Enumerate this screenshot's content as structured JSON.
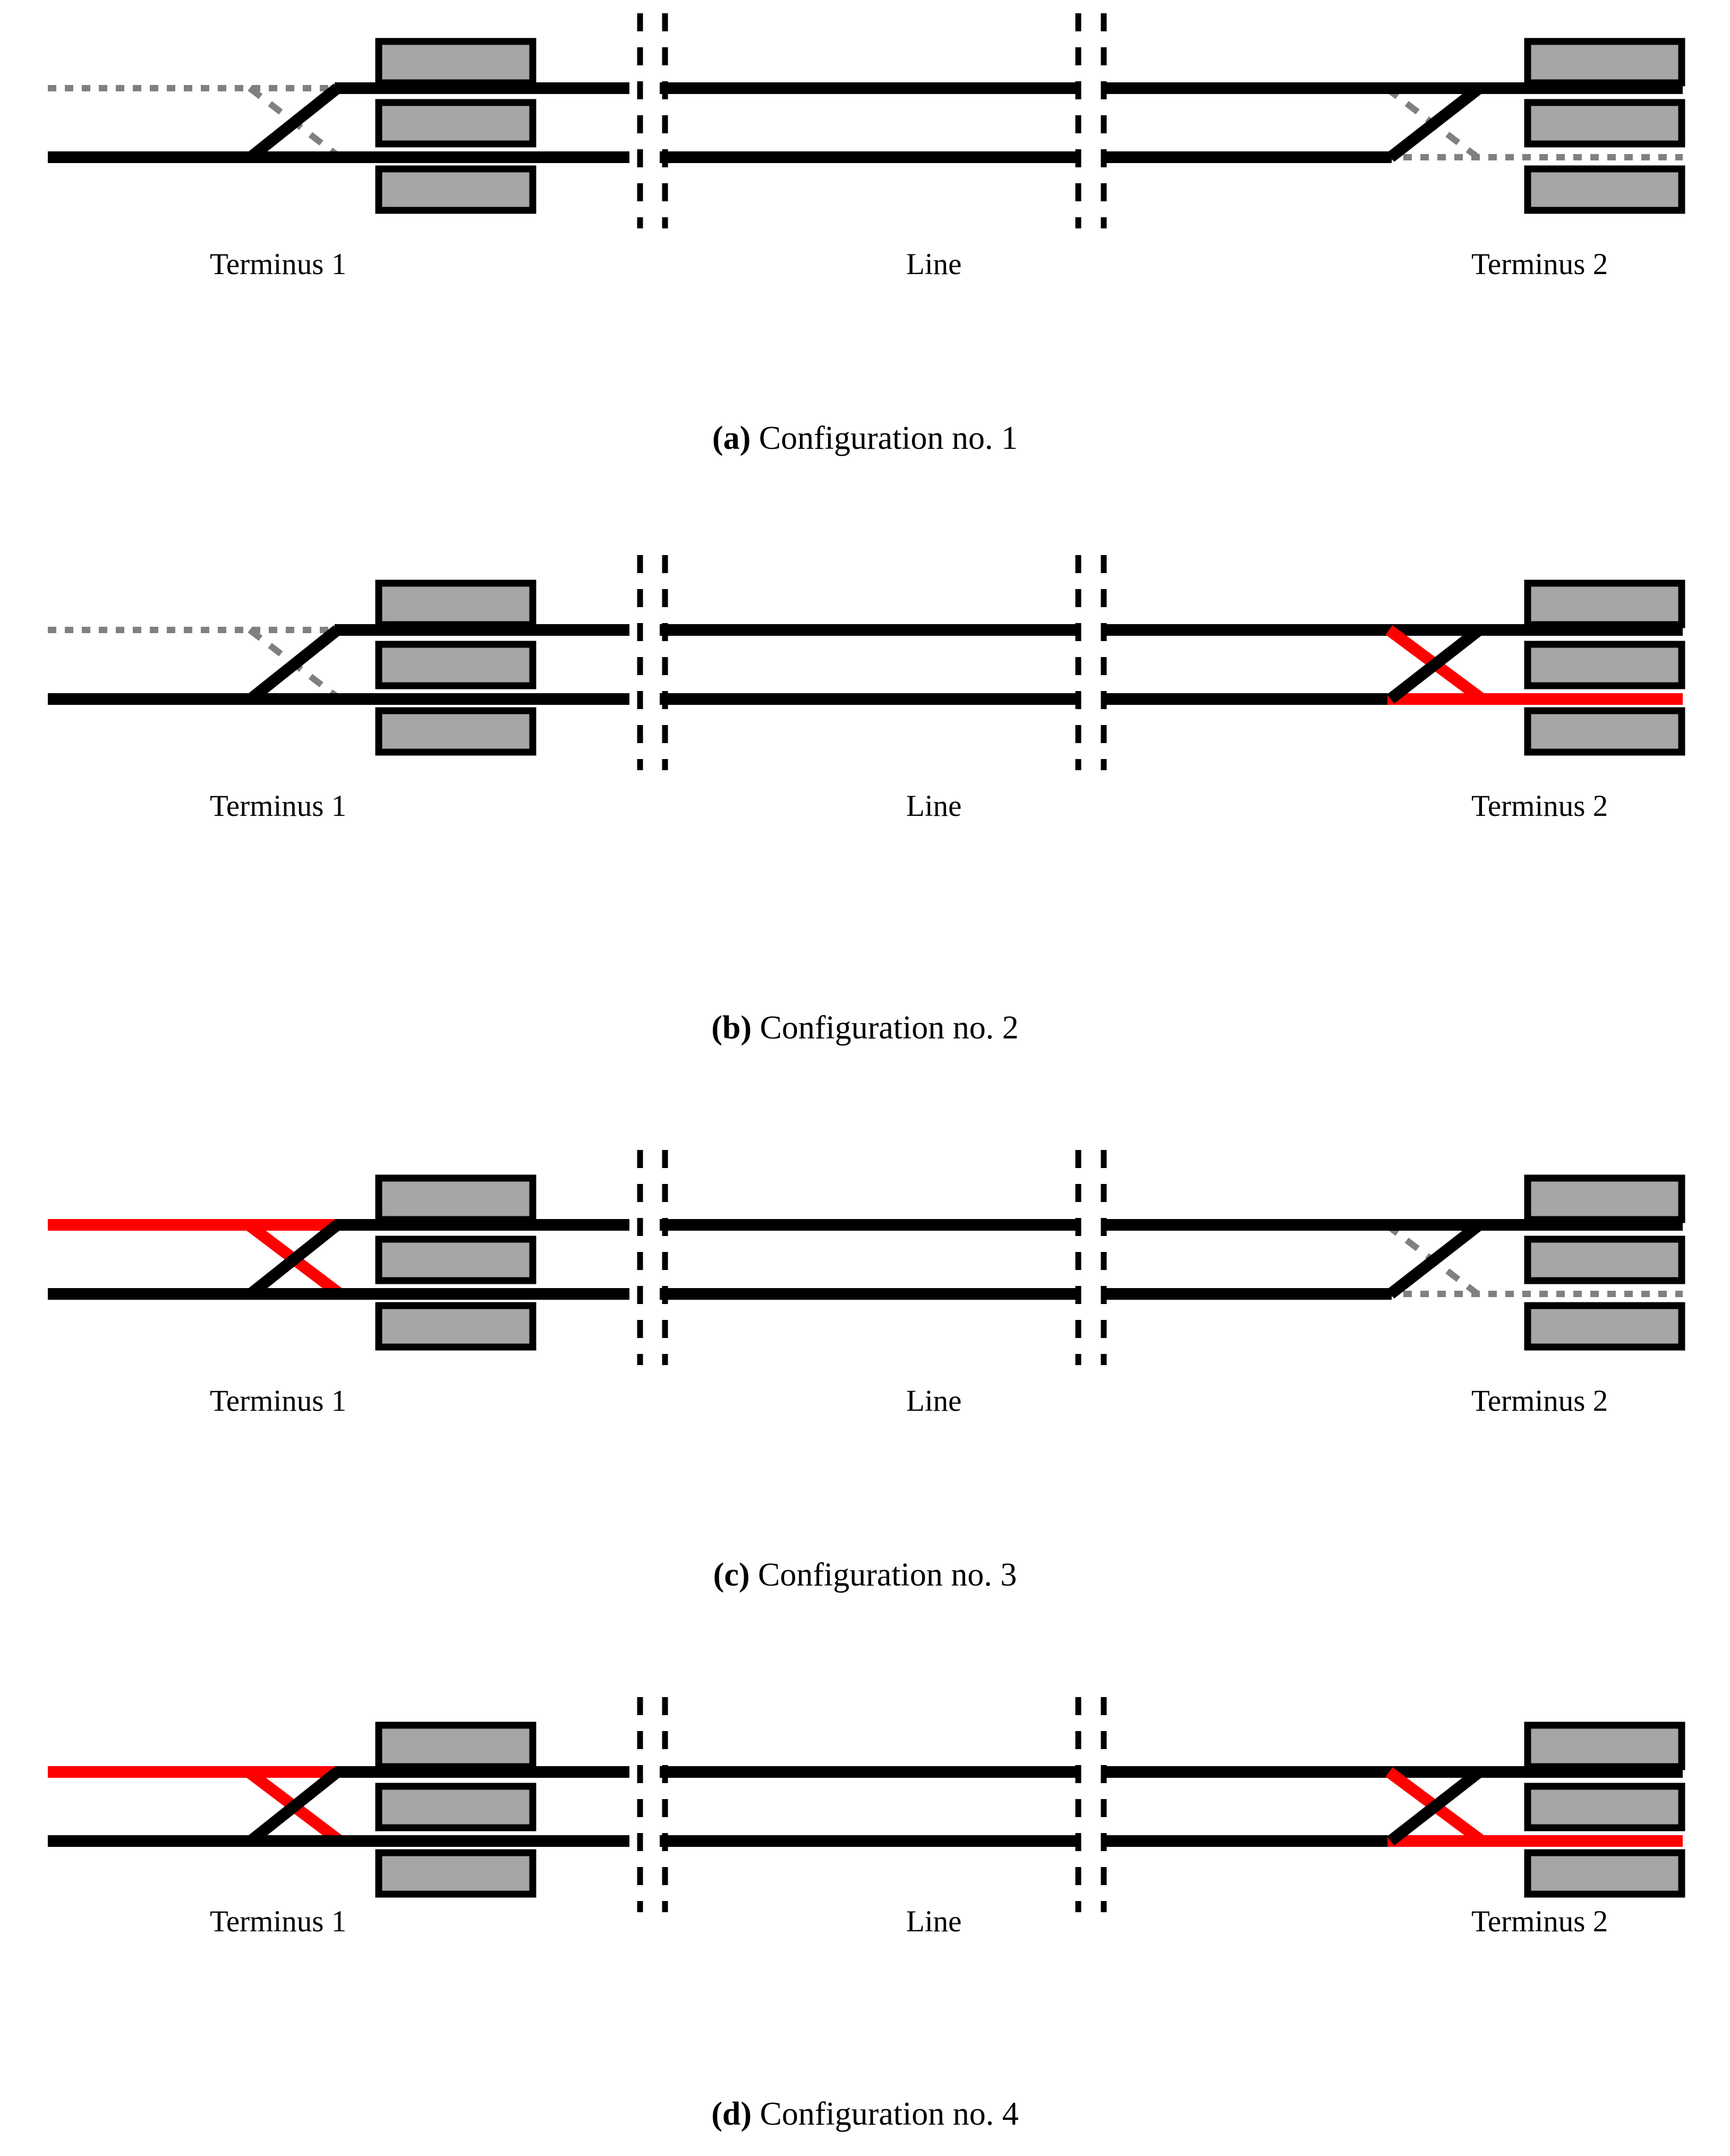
{
  "figure": {
    "kind": "railway-line-configuration-diagram",
    "panel_count": 4,
    "colors": {
      "track_normal": "#000000",
      "track_highlight": "#FF0000",
      "platform_fill": "#A6A6A6",
      "platform_border": "#000000",
      "ghost_track": "#808080",
      "background": "#FFFFFF"
    }
  },
  "station_labels": {
    "terminus_1": "Terminus 1",
    "line": "Line",
    "terminus_2": "Terminus 2"
  },
  "panels": [
    {
      "id": "a",
      "marker": "(a)",
      "marker_letter": "a",
      "caption_text": "Configuration no. 1",
      "caption_full": "(a) Configuration no. 1",
      "terminus_1": {
        "crossover_color": "#000000",
        "has_ghost_track": true,
        "ghost_side": "upper-left",
        "approach_color": "#000000"
      },
      "terminus_2": {
        "crossover_color": "#000000",
        "has_ghost_track": true,
        "ghost_side": "lower-right",
        "approach_color": "#000000"
      },
      "platform_count": 6
    },
    {
      "id": "b",
      "marker": "(b)",
      "marker_letter": "b",
      "caption_text": "Configuration no. 2",
      "caption_full": "(b) Configuration no. 2",
      "terminus_1": {
        "crossover_color": "#000000",
        "has_ghost_track": true,
        "ghost_side": "upper-left",
        "approach_color": "#000000"
      },
      "terminus_2": {
        "crossover_color": "#FF0000",
        "has_ghost_track": false,
        "ghost_side": "none",
        "approach_color": "#FF0000"
      },
      "platform_count": 6
    },
    {
      "id": "c",
      "marker": "(c)",
      "marker_letter": "c",
      "caption_text": "Configuration no. 3",
      "caption_full": "(c) Configuration no. 3",
      "terminus_1": {
        "crossover_color": "#FF0000",
        "has_ghost_track": false,
        "ghost_side": "none",
        "approach_color": "#FF0000"
      },
      "terminus_2": {
        "crossover_color": "#000000",
        "has_ghost_track": true,
        "ghost_side": "lower-right",
        "approach_color": "#000000"
      },
      "platform_count": 6
    },
    {
      "id": "d",
      "marker": "(d)",
      "marker_letter": "d",
      "caption_text": "Configuration no. 4",
      "caption_full": "(d) Configuration no. 4",
      "terminus_1": {
        "crossover_color": "#FF0000",
        "has_ghost_track": false,
        "ghost_side": "none",
        "approach_color": "#FF0000"
      },
      "terminus_2": {
        "crossover_color": "#FF0000",
        "has_ghost_track": false,
        "ghost_side": "none",
        "approach_color": "#FF0000"
      },
      "platform_count": 6
    }
  ]
}
